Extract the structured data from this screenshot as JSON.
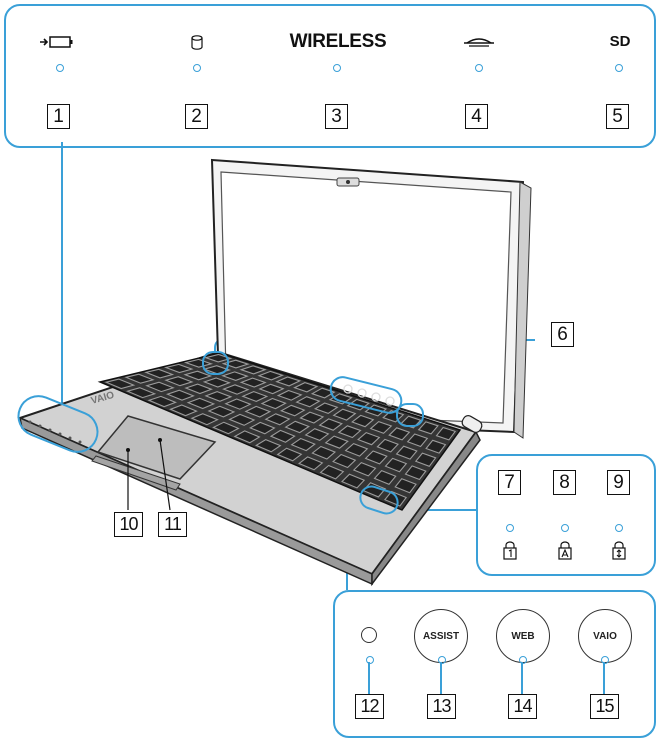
{
  "top_indicators": [
    {
      "num": "1",
      "label": "",
      "icon": "battery-charge-icon"
    },
    {
      "num": "2",
      "label": "",
      "icon": "hard-disk-drive-icon"
    },
    {
      "num": "3",
      "label": "WIRELESS",
      "icon": ""
    },
    {
      "num": "4",
      "label": "",
      "icon": "memory-stick-icon"
    },
    {
      "num": "5",
      "label": "SD",
      "icon": ""
    }
  ],
  "lock_indicators": [
    {
      "num": "7",
      "icon": "num-lock-icon"
    },
    {
      "num": "8",
      "icon": "caps-lock-icon"
    },
    {
      "num": "9",
      "icon": "scroll-lock-icon"
    }
  ],
  "buttons": [
    {
      "num": "12",
      "label": "",
      "icon": "ambient-light-sensor-icon"
    },
    {
      "num": "13",
      "label": "ASSIST"
    },
    {
      "num": "14",
      "label": "WEB"
    },
    {
      "num": "15",
      "label": "VAIO"
    }
  ],
  "laptop_labels": {
    "speakers": "6",
    "touchpad": "10",
    "touchpad_area": "11"
  },
  "laptop_logo": "VAIO",
  "colors": {
    "callout_border": "#3aa0d8",
    "indicator_light": "#3aa0d8",
    "outline": "#111111"
  }
}
